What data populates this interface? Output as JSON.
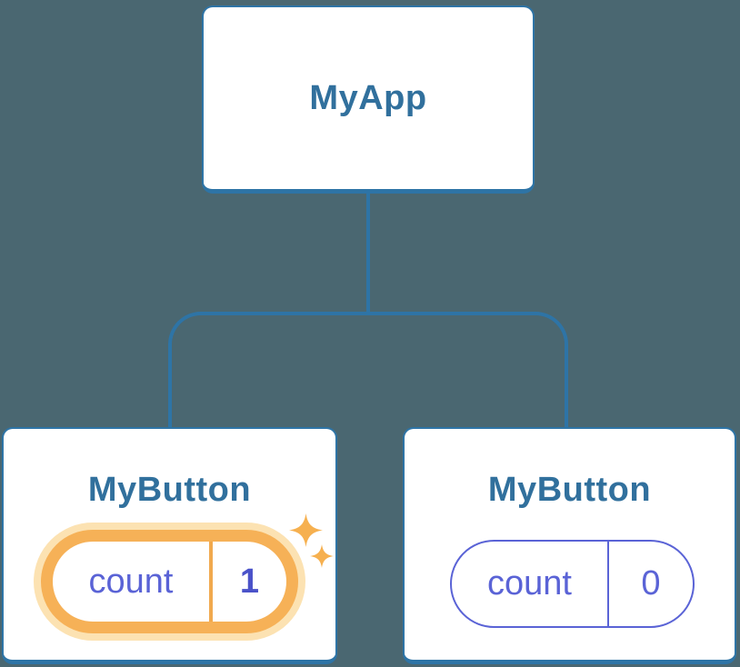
{
  "diagram_type": "component-tree",
  "colors": {
    "bg": "#4A6771",
    "line": "#2E74A6",
    "card_border": "#2E74A6",
    "heading": "#31709D",
    "purple": "#5A63D6",
    "purple_bold": "#4A52C9",
    "orange": "#F6B157",
    "orange_halo": "#FCE2B2",
    "orange_divider": "#F1A94E",
    "sparkle": "#F6B04F"
  },
  "tree": {
    "root": {
      "label": "MyApp"
    },
    "children": [
      {
        "label": "MyButton",
        "highlighted": true,
        "state": {
          "key": "count",
          "value": "1"
        }
      },
      {
        "label": "MyButton",
        "highlighted": false,
        "state": {
          "key": "count",
          "value": "0"
        }
      }
    ]
  }
}
